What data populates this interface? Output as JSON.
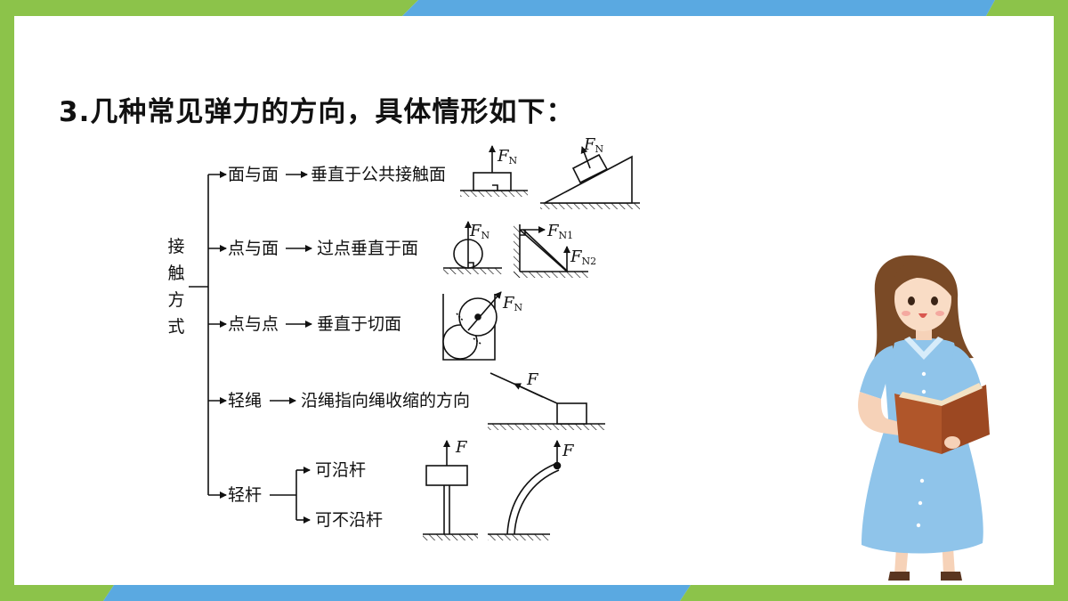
{
  "title": "3.几种常见弹力的方向，具体情形如下：",
  "root_label": "接触方式",
  "branches": [
    {
      "label": "面与面",
      "direction": "垂直于公共接触面"
    },
    {
      "label": "点与面",
      "direction": "过点垂直于面"
    },
    {
      "label": "点与点",
      "direction": "垂直于切面"
    },
    {
      "label": "轻绳",
      "direction": "沿绳指向绳收缩的方向"
    },
    {
      "label": "轻杆",
      "options": [
        "可沿杆",
        "可不沿杆"
      ]
    }
  ],
  "force_labels": {
    "fn_main": "F",
    "fn_sub": "N",
    "fn1_sub": "N1",
    "fn2_sub": "N2",
    "f": "F"
  },
  "colors": {
    "border_green": "#8cc34a",
    "border_blue": "#5aa9e1",
    "line": "#111111",
    "dress": "#8fc4ea",
    "hair": "#7a4a26",
    "book": "#b0562a"
  }
}
